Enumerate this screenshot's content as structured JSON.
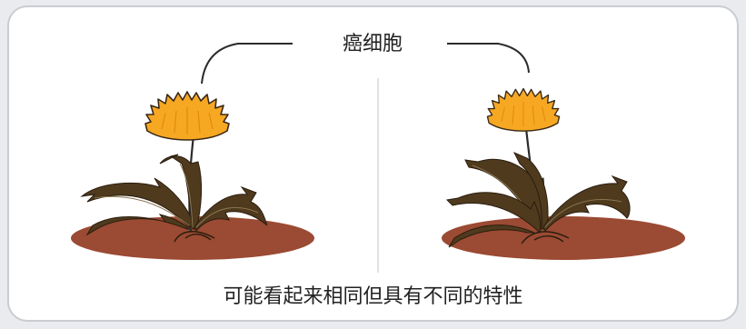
{
  "diagram": {
    "top_label": "癌细胞",
    "caption": "可能看起来相同但具有不同的特性"
  },
  "colors": {
    "background": "#e9ebee",
    "card": "#ffffff",
    "card_border": "#c9ccd1",
    "divider": "#d5d8dc",
    "soil": "#9b4a33",
    "leaf": "#4f3a1e",
    "leaf_vein": "#8a7450",
    "flower": "#f7a823",
    "flower_outline": "#3b2a17",
    "stem": "#2b2b2b",
    "pointer_line": "#2b2b2b",
    "text": "#222222"
  },
  "icons": [
    "dandelion-plant-left",
    "dandelion-plant-right"
  ]
}
